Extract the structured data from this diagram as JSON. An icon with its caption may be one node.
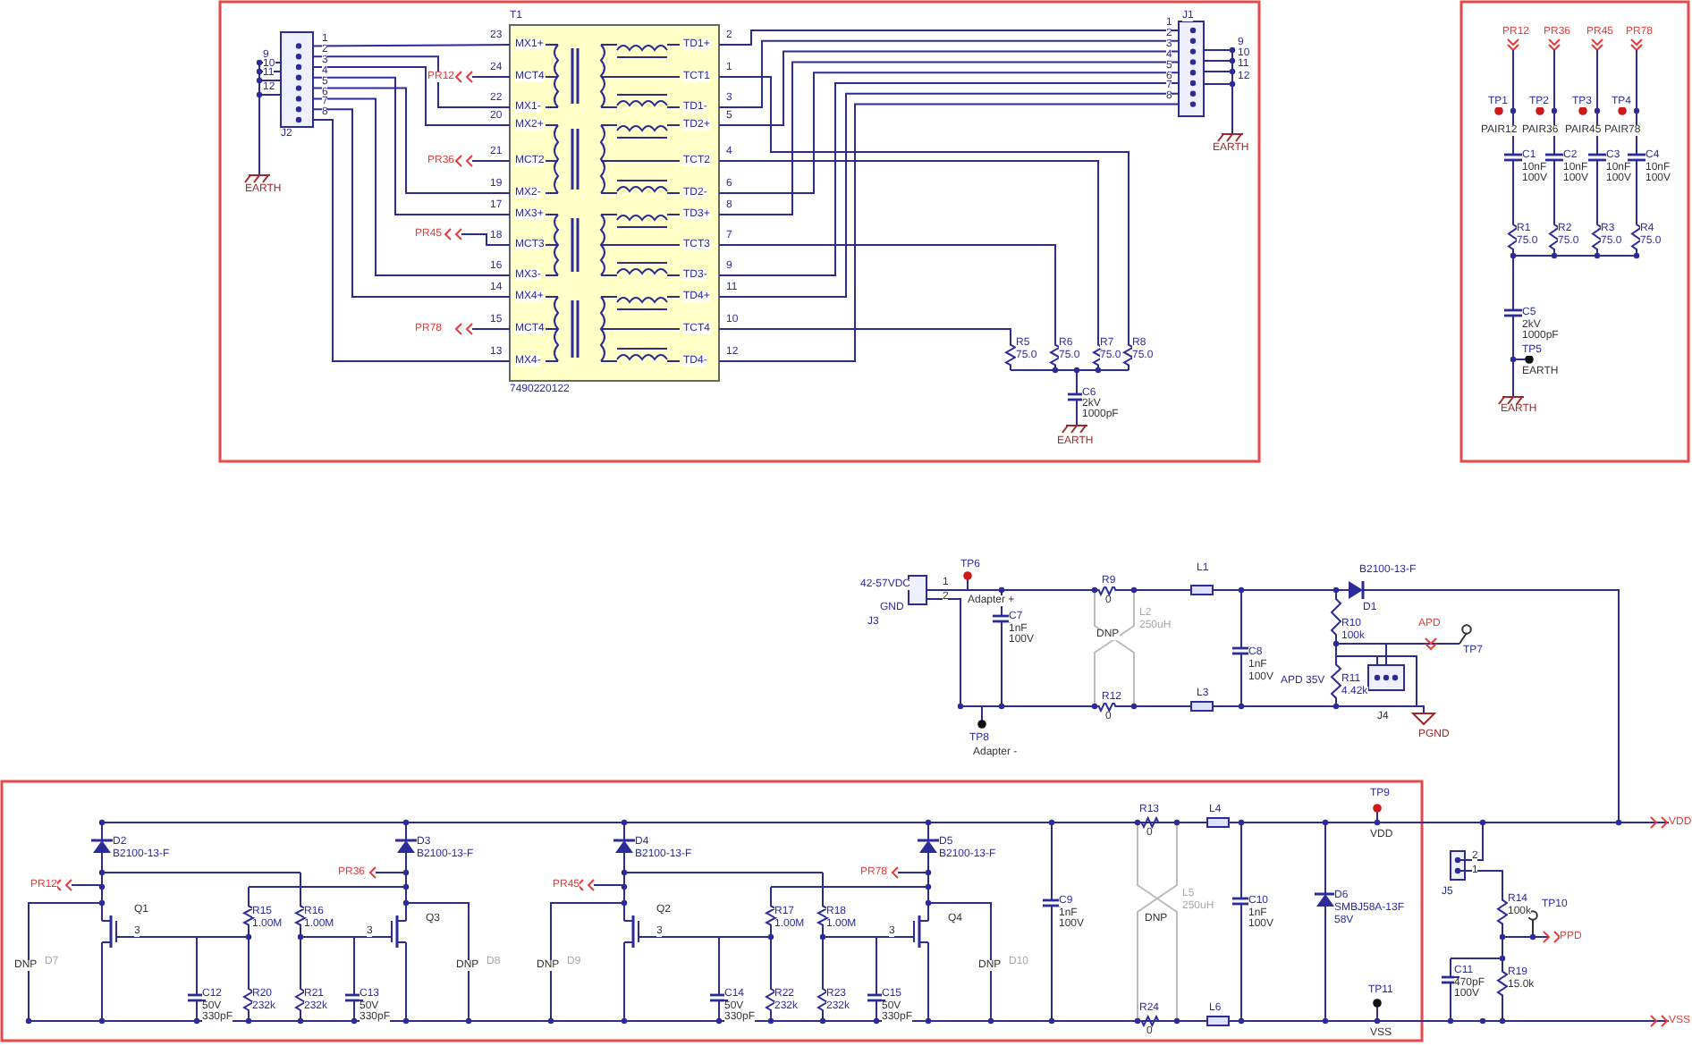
{
  "diagram": {
    "labels": [
      "T1",
      "23",
      "MX1+",
      "TD1+",
      "2",
      "24",
      "MCT4",
      "TCT1",
      "1",
      "22",
      "MX1-",
      "TD1-",
      "3",
      "20",
      "MX2+",
      "TD2+",
      "5",
      "21",
      "MCT2",
      "TCT2",
      "4",
      "19",
      "MX2-",
      "TD2-",
      "6",
      "17",
      "MX3+",
      "TD3+",
      "8",
      "18",
      "MCT3",
      "TCT3",
      "7",
      "16",
      "MX3-",
      "TD3-",
      "9",
      "14",
      "MX4+",
      "TD4+",
      "11",
      "15",
      "MCT4",
      "TCT4",
      "10",
      "13",
      "MX4-",
      "TD4-",
      "12",
      "7490220122",
      "PR12",
      "PR36",
      "PR45",
      "PR78",
      "1",
      "2",
      "3",
      "4",
      "5",
      "6",
      "7",
      "8",
      "9",
      "10",
      "11",
      "12",
      "J2",
      "EARTH",
      "1",
      "2",
      "3",
      "4",
      "5",
      "6",
      "7",
      "8",
      "9",
      "10",
      "11",
      "12",
      "J1",
      "EARTH",
      "R5",
      "75.0",
      "R6",
      "75.0",
      "R7",
      "75.0",
      "R8",
      "75.0",
      "C6",
      "2kV",
      "1000pF",
      "EARTH",
      "PR12",
      "PR36",
      "PR45",
      "PR78",
      "TP1",
      "TP2",
      "TP3",
      "TP4",
      "PAIR12",
      "PAIR36",
      "PAIR45",
      "PAIR78",
      "C1",
      "10nF",
      "100V",
      "C2",
      "10nF",
      "100V",
      "C3",
      "10nF",
      "100V",
      "C4",
      "10nF",
      "100V",
      "R1",
      "75.0",
      "R2",
      "75.0",
      "R3",
      "75.0",
      "R4",
      "75.0",
      "C5",
      "2kV",
      "1000pF",
      "TP5",
      "EARTH",
      "EARTH",
      "42-57VDC",
      "GND",
      "J3",
      "1",
      "2",
      "TP6",
      "Adapter +",
      "C7",
      "1nF",
      "100V",
      "R9",
      "0",
      "L2",
      "250uH",
      "DNP",
      "R12",
      "0",
      "TP8",
      "Adapter -",
      "L1",
      "L3",
      "C8",
      "1nF",
      "100V",
      "B2100-13-F",
      "D1",
      "R10",
      "100k",
      "APD 35V",
      "R11",
      "4.42k",
      "APD",
      "TP7",
      "J4",
      "PGND",
      "D2",
      "B2100-13-F",
      "PR12",
      "Q1",
      "3",
      "R15",
      "1.00M",
      "R16",
      "1.00M",
      "D3",
      "B2100-13-F",
      "PR36",
      "3",
      "Q3",
      "DNP",
      "D7",
      "DNP",
      "D8",
      "C12",
      "50V",
      "330pF",
      "R20",
      "232k",
      "R21",
      "232k",
      "C13",
      "50V",
      "330pF",
      "D4",
      "B2100-13-F",
      "PR45",
      "Q2",
      "3",
      "R17",
      "1.00M",
      "R18",
      "1.00M",
      "D5",
      "B2100-13-F",
      "PR78",
      "3",
      "Q4",
      "DNP",
      "D9",
      "DNP",
      "D10",
      "C14",
      "50V",
      "330pF",
      "R22",
      "232k",
      "R23",
      "232k",
      "C15",
      "50V",
      "330pF",
      "C9",
      "1nF",
      "100V",
      "R13",
      "0",
      "L4",
      "TP9",
      "VDD",
      "L5",
      "250uH",
      "DNP",
      "C10",
      "1nF",
      "100V",
      "D6",
      "SMBJ58A-13F",
      "58V",
      "R24",
      "0",
      "L6",
      "TP11",
      "VSS",
      "2",
      "1",
      "J5",
      "R14",
      "100k",
      "TP10",
      "PPD",
      "C11",
      "470pF",
      "100V",
      "R19",
      "15.0k",
      "VDD",
      "VSS"
    ]
  }
}
